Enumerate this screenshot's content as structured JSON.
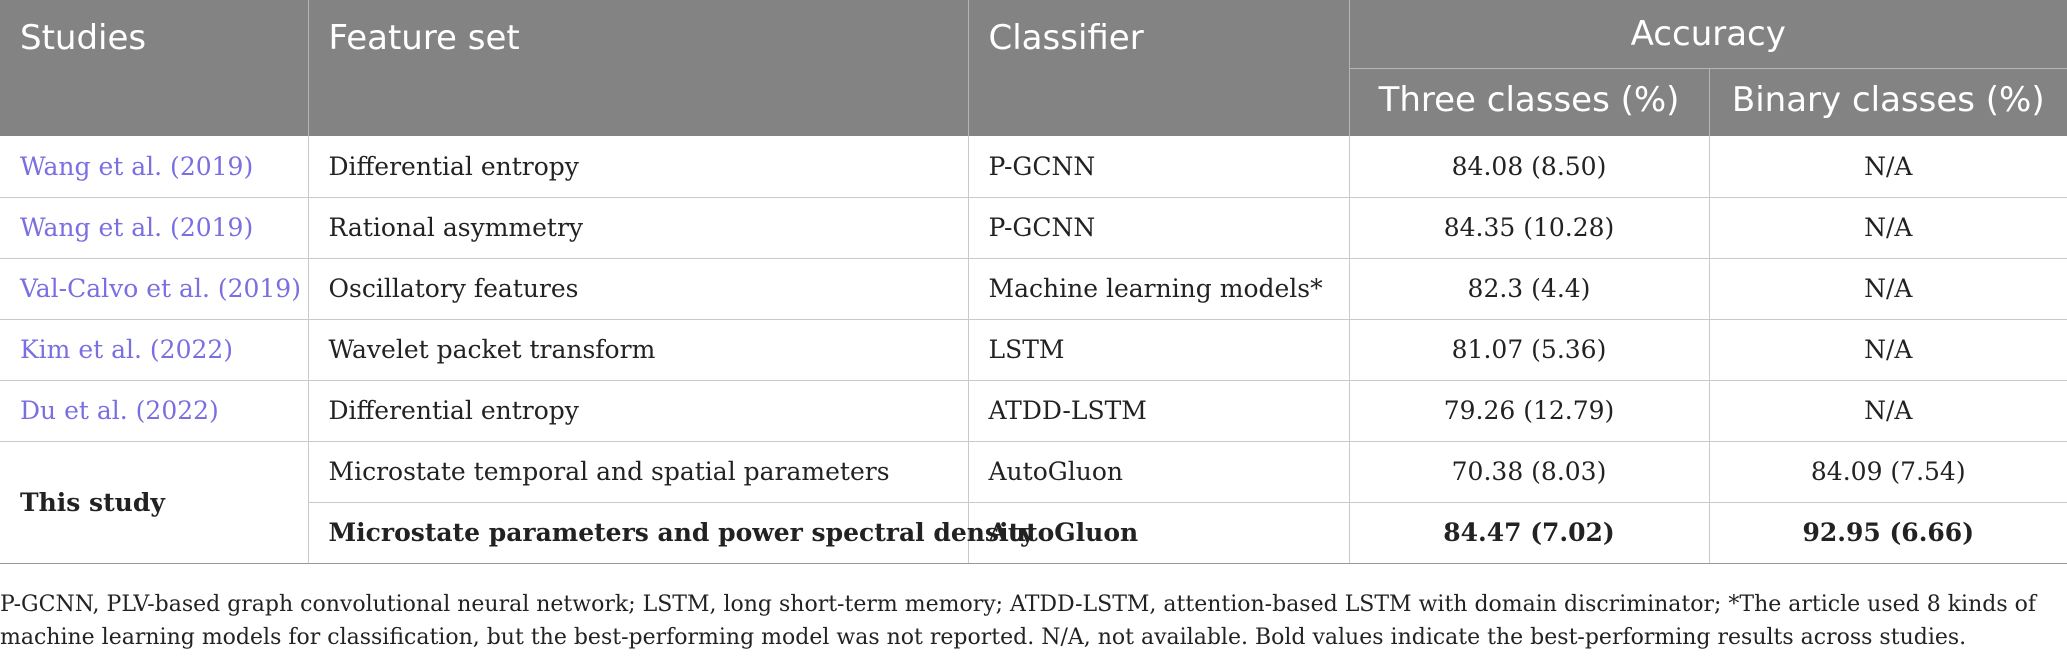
{
  "table": {
    "headers": {
      "studies": "Studies",
      "feature_set": "Feature set",
      "classifier": "Classifier",
      "accuracy": "Accuracy",
      "three_classes": "Three classes (%)",
      "binary_classes": "Binary classes (%)"
    },
    "rows": [
      {
        "study": "Wang et al. (2019)",
        "feature": "Differential entropy",
        "classifier": "P-GCNN",
        "three": "84.08 (8.50)",
        "binary": "N/A"
      },
      {
        "study": "Wang et al. (2019)",
        "feature": "Rational asymmetry",
        "classifier": "P-GCNN",
        "three": "84.35 (10.28)",
        "binary": "N/A"
      },
      {
        "study": "Val-Calvo et al. (2019)",
        "feature": "Oscillatory features",
        "classifier": "Machine learning models*",
        "three": "82.3 (4.4)",
        "binary": "N/A"
      },
      {
        "study": "Kim et al. (2022)",
        "feature": "Wavelet packet transform",
        "classifier": "LSTM",
        "three": "81.07 (5.36)",
        "binary": "N/A"
      },
      {
        "study": "Du et al. (2022)",
        "feature": "Differential entropy",
        "classifier": "ATDD-LSTM",
        "three": "79.26 (12.79)",
        "binary": "N/A"
      }
    ],
    "this_study": {
      "label": "This study",
      "rows": [
        {
          "feature": "Microstate temporal and spatial parameters",
          "classifier": "AutoGluon",
          "three": "70.38 (8.03)",
          "binary": "84.09 (7.54)"
        },
        {
          "feature": "Microstate parameters and power spectral density",
          "classifier": "AutoGluon",
          "three": "84.47 (7.02)",
          "binary": "92.95 (6.66)"
        }
      ]
    }
  },
  "footnote": "P-GCNN, PLV-based graph convolutional neural network; LSTM, long short-term memory; ATDD-LSTM, attention-based LSTM with domain discriminator; *The article used 8 kinds of machine learning models for classification, but the best-performing model was not reported. N/A, not available. Bold values indicate the best-performing results across studies."
}
